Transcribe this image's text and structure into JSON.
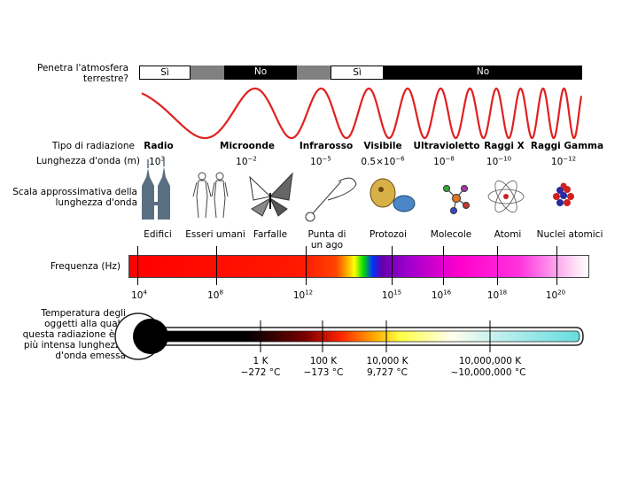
{
  "atmosphere": {
    "label": "Penetra l'atmosfera terrestre?",
    "segments": [
      {
        "text": "Sì",
        "color": "#ffffff"
      },
      {
        "text": "",
        "color": "#808080"
      },
      {
        "text": "No",
        "color": "#000000"
      },
      {
        "text": "",
        "color": "#808080"
      },
      {
        "text": "Sì",
        "color": "#ffffff"
      },
      {
        "text": "No",
        "color": "#000000"
      }
    ]
  },
  "row_labels": {
    "type": "Tipo di radiazione",
    "wavelength": "Lunghezza d'onda (m)",
    "scale": "Scala approssimativa della lunghezza d'onda",
    "frequency": "Frequenza (Hz)",
    "temperature": "Temperatura degli oggetti alla quale questa radiazione è la più intensa lunghezza d'onda emessa"
  },
  "radiation_types": [
    {
      "name": "Radio",
      "wavelength_base": "10",
      "wavelength_exp": "3"
    },
    {
      "name": "Microonde",
      "wavelength_base": "10",
      "wavelength_exp": "−2"
    },
    {
      "name": "Infrarosso",
      "wavelength_base": "10",
      "wavelength_exp": "−5"
    },
    {
      "name": "Visibile",
      "wavelength_base": "0.5×10",
      "wavelength_exp": "−6"
    },
    {
      "name": "Ultravioletto",
      "wavelength_base": "10",
      "wavelength_exp": "−8"
    },
    {
      "name": "Raggi X",
      "wavelength_base": "10",
      "wavelength_exp": "−10"
    },
    {
      "name": "Raggi Gamma",
      "wavelength_base": "10",
      "wavelength_exp": "−12"
    }
  ],
  "scale_objects": [
    "Edifici",
    "Esseri umani",
    "Farfalle",
    "Punta di un ago",
    "Protozoi",
    "Molecole",
    "Atomi",
    "Nuclei atomici"
  ],
  "frequency_ticks": [
    {
      "base": "10",
      "exp": "4"
    },
    {
      "base": "10",
      "exp": "8"
    },
    {
      "base": "10",
      "exp": "12"
    },
    {
      "base": "10",
      "exp": "15"
    },
    {
      "base": "10",
      "exp": "16"
    },
    {
      "base": "10",
      "exp": "18"
    },
    {
      "base": "10",
      "exp": "20"
    }
  ],
  "temperature_ticks": [
    {
      "kelvin": "1 K",
      "celsius": "−272 °C"
    },
    {
      "kelvin": "100 K",
      "celsius": "−173 °C"
    },
    {
      "kelvin": "10,000 K",
      "celsius": "9,727 °C"
    },
    {
      "kelvin": "10,000,000 K",
      "celsius": "~10,000,000 °C"
    }
  ],
  "colors": {
    "wave": "#e02020",
    "thermo_end": "#66dddd"
  }
}
